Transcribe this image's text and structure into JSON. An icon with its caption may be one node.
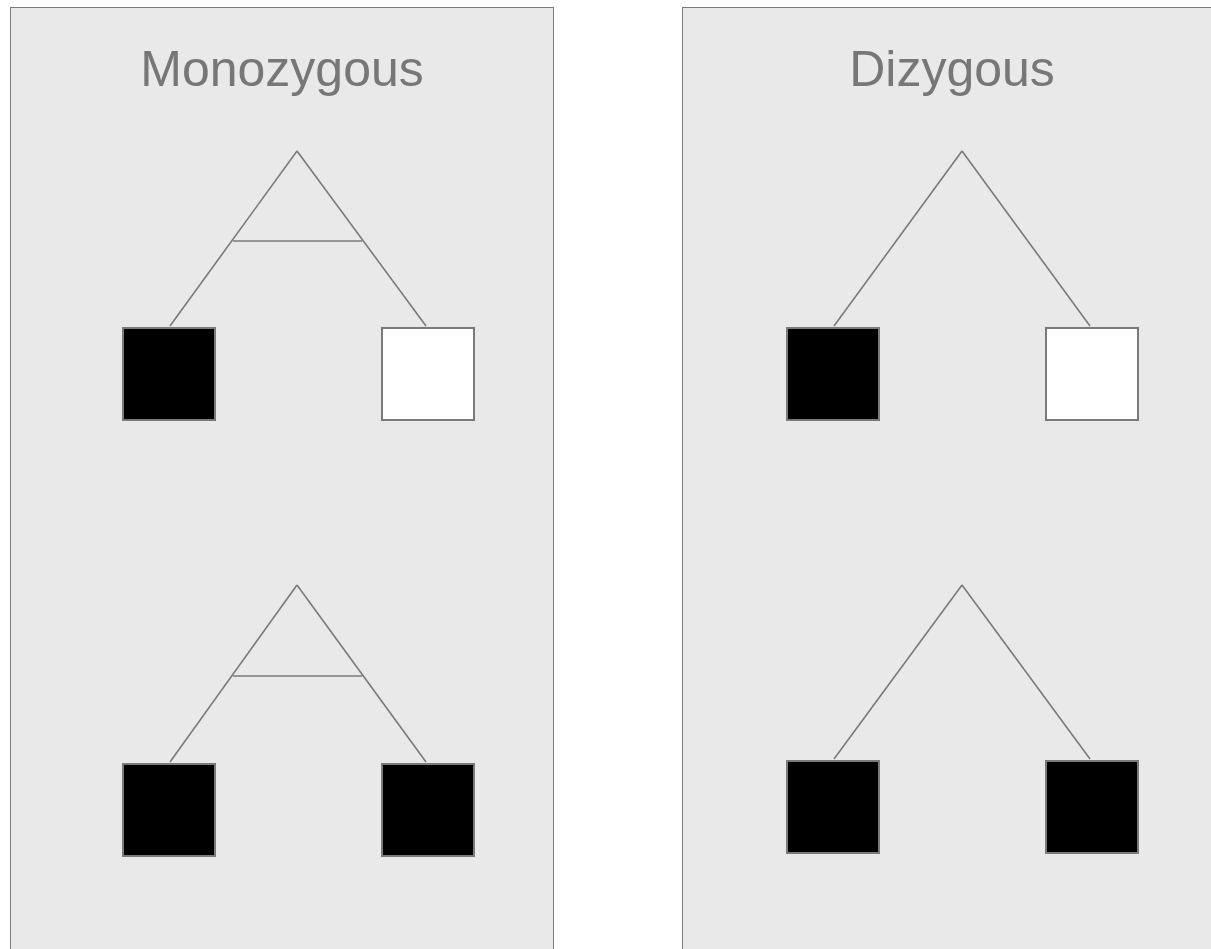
{
  "diagram": {
    "nodes": [
      {
        "text": [
          "Monozygous"
        ]
      },
      {
        "text": [],
        "shape": "box",
        "in": 0
      },
      {
        "text": [],
        "shape": "box",
        "in": 0
      },
      {
        "text": [],
        "shape": "box",
        "in": 0
      },
      {
        "text": [],
        "shape": "box",
        "in": 0
      },
      {
        "text": [
          "Dizygous"
        ]
      },
      {
        "text": [],
        "shape": "box",
        "in": 5
      },
      {
        "text": [],
        "shape": "box",
        "in": 5
      },
      {
        "text": [],
        "shape": "box",
        "in": 5
      },
      {
        "text": [],
        "shape": "box",
        "in": 5
      }
    ],
    "edges": [
      {
        "from": null,
        "to": 1,
        "arrow": "none"
      },
      {
        "from": null,
        "to": 2,
        "arrow": "none"
      },
      {
        "from": null,
        "to": 3,
        "arrow": "none"
      },
      {
        "from": null,
        "to": 4,
        "arrow": "none"
      },
      {
        "from": null,
        "to": 6,
        "arrow": "none"
      },
      {
        "from": null,
        "to": 7,
        "arrow": "none"
      },
      {
        "from": null,
        "to": 8,
        "arrow": "none"
      },
      {
        "from": null,
        "to": 9,
        "arrow": "none"
      }
    ]
  }
}
